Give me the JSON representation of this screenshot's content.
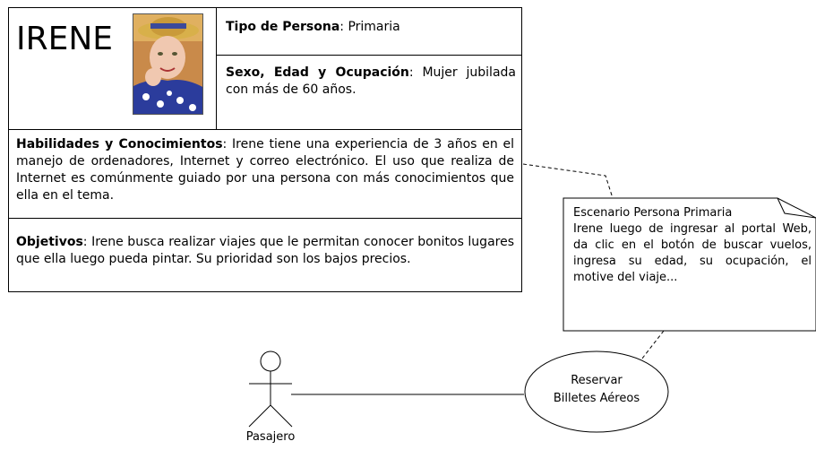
{
  "persona": {
    "name": "IRENE",
    "tipo": {
      "label": "Tipo de Persona",
      "value": "Primaria"
    },
    "sexo": {
      "label": "Sexo, Edad y Ocupación",
      "value": "Mujer jubilada con más de 60 años."
    },
    "habilidades": {
      "label": "Habilidades y Conocimientos",
      "value": "Irene tiene una experiencia de 3 años en el manejo de ordenadores, Internet y correo electrónico. El uso que realiza de Internet es comúnmente guiado por una persona con más conocimientos que ella en el tema."
    },
    "objetivos": {
      "label": "Objetivos",
      "value": "Irene busca realizar viajes que le permitan conocer bonitos lugares que ella luego pueda pintar. Su prioridad son los bajos precios."
    }
  },
  "note": {
    "title": "Escenario Persona Primaria",
    "body": "Irene luego de ingresar al portal Web, da clic en el botón de buscar vuelos, ingresa su edad, su ocupación, el motive del viaje..."
  },
  "use_case": {
    "line1": "Reservar",
    "line2": "Billetes Aéreos"
  },
  "actor": {
    "label": "Pasajero"
  }
}
